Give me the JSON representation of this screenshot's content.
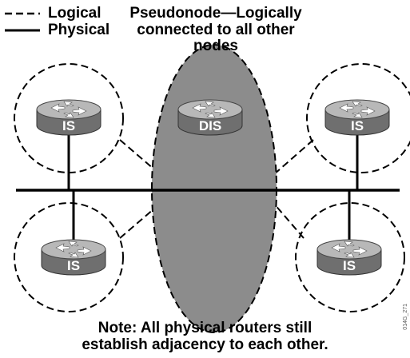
{
  "legend": {
    "logical_label": "Logical",
    "physical_label": "Physical"
  },
  "pseudonode": {
    "title_line1": "Pseudonode—Logically",
    "title_line2": "connected to all other",
    "title_line3": "nodes",
    "router_label": "DIS",
    "fill_color": "#8c8c8c"
  },
  "routers": [
    {
      "label": "IS"
    },
    {
      "label": "IS"
    },
    {
      "label": "IS"
    },
    {
      "label": "IS"
    }
  ],
  "note": {
    "line1": "Note: All physical routers still",
    "line2": "establish adjacency to each other."
  },
  "figure_id": "014G_271",
  "colors": {
    "router_top": "#b4b4b4",
    "router_side": "#7a7a7a",
    "line": "#000000"
  }
}
